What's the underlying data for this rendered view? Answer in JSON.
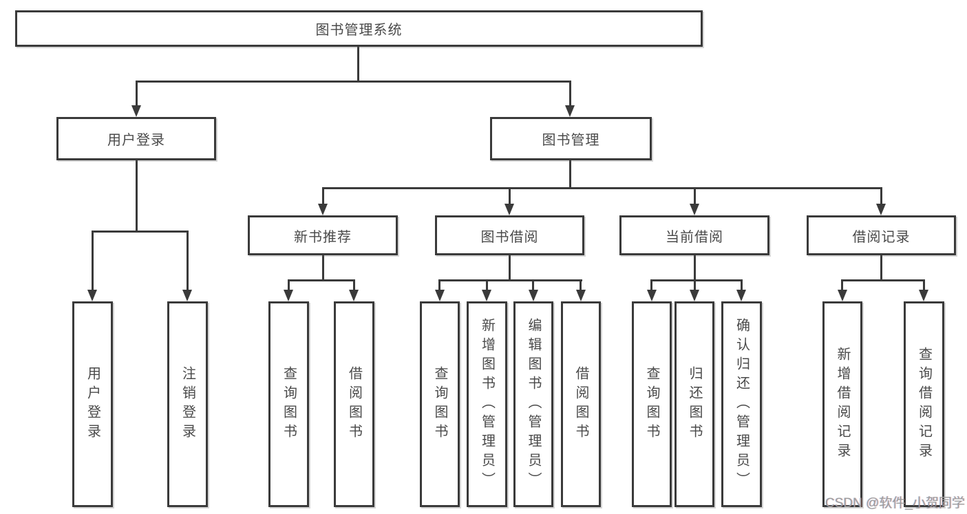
{
  "diagram_title": "图书管理系统",
  "nodes": {
    "root": "图书管理系统",
    "user_login": "用户登录",
    "book_mgmt": "图书管理",
    "new_book_rec": "新书推荐",
    "book_borrow": "图书借阅",
    "current_borrow": "当前借阅",
    "borrow_record": "借阅记录",
    "leaf_user_login": "用户登录",
    "leaf_logout": "注销登录",
    "leaf_query_book_a": "查询图书",
    "leaf_borrow_book_a": "借阅图书",
    "leaf_query_book_b": "查询图书",
    "leaf_add_book_admin": "新增图书（管理员）",
    "leaf_edit_book_admin": "编辑图书（管理员）",
    "leaf_borrow_book_b": "借阅图书",
    "leaf_query_book_c": "查询图书",
    "leaf_return_book": "归还图书",
    "leaf_confirm_return_admin": "确认归还（管理员）",
    "leaf_add_borrow_record": "新增借阅记录",
    "leaf_query_borrow_record": "查询借阅记录"
  },
  "hierarchy": {
    "图书管理系统": {
      "用户登录": [
        "用户登录",
        "注销登录"
      ],
      "图书管理": {
        "新书推荐": [
          "查询图书",
          "借阅图书"
        ],
        "图书借阅": [
          "查询图书",
          "新增图书（管理员）",
          "编辑图书（管理员）",
          "借阅图书"
        ],
        "当前借阅": [
          "查询图书",
          "归还图书",
          "确认归还（管理员）"
        ],
        "借阅记录": [
          "新增借阅记录",
          "查询借阅记录"
        ]
      }
    }
  },
  "watermark": "CSDN @软件_小贺同学",
  "colors": {
    "line": "#3a3a3a",
    "text": "#4a4a4a",
    "background": "#ffffff",
    "watermark": "#9d9d9d"
  }
}
